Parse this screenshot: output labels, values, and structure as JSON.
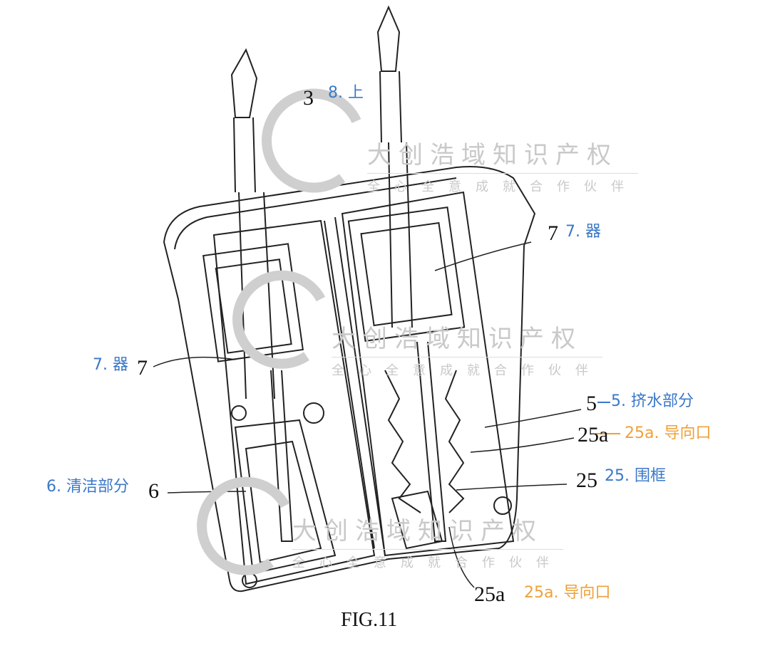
{
  "figure_caption": "FIG.11",
  "reference_numerals": {
    "n3": "3",
    "n7_right": "7",
    "n7_left": "7",
    "n5": "5",
    "n25a_right": "25a",
    "n25": "25",
    "n6": "6",
    "n25a_bottom": "25a"
  },
  "annotations": {
    "a8": "8. 上",
    "a7_right": "7. 器",
    "a7_left": "7. 器",
    "a5": "5. 挤水部分",
    "a25a_right": "25a. 导向口",
    "a25": "25. 围框",
    "a6": "6. 清洁部分",
    "a25a_bottom": "25a. 导向口"
  },
  "watermark": {
    "name": "大创浩域知识产权",
    "slogan": "全心全意成就合作伙伴"
  },
  "colors": {
    "blue": "#3a78c8",
    "orange": "#eea13a",
    "watermark": "#c9c9c9"
  }
}
